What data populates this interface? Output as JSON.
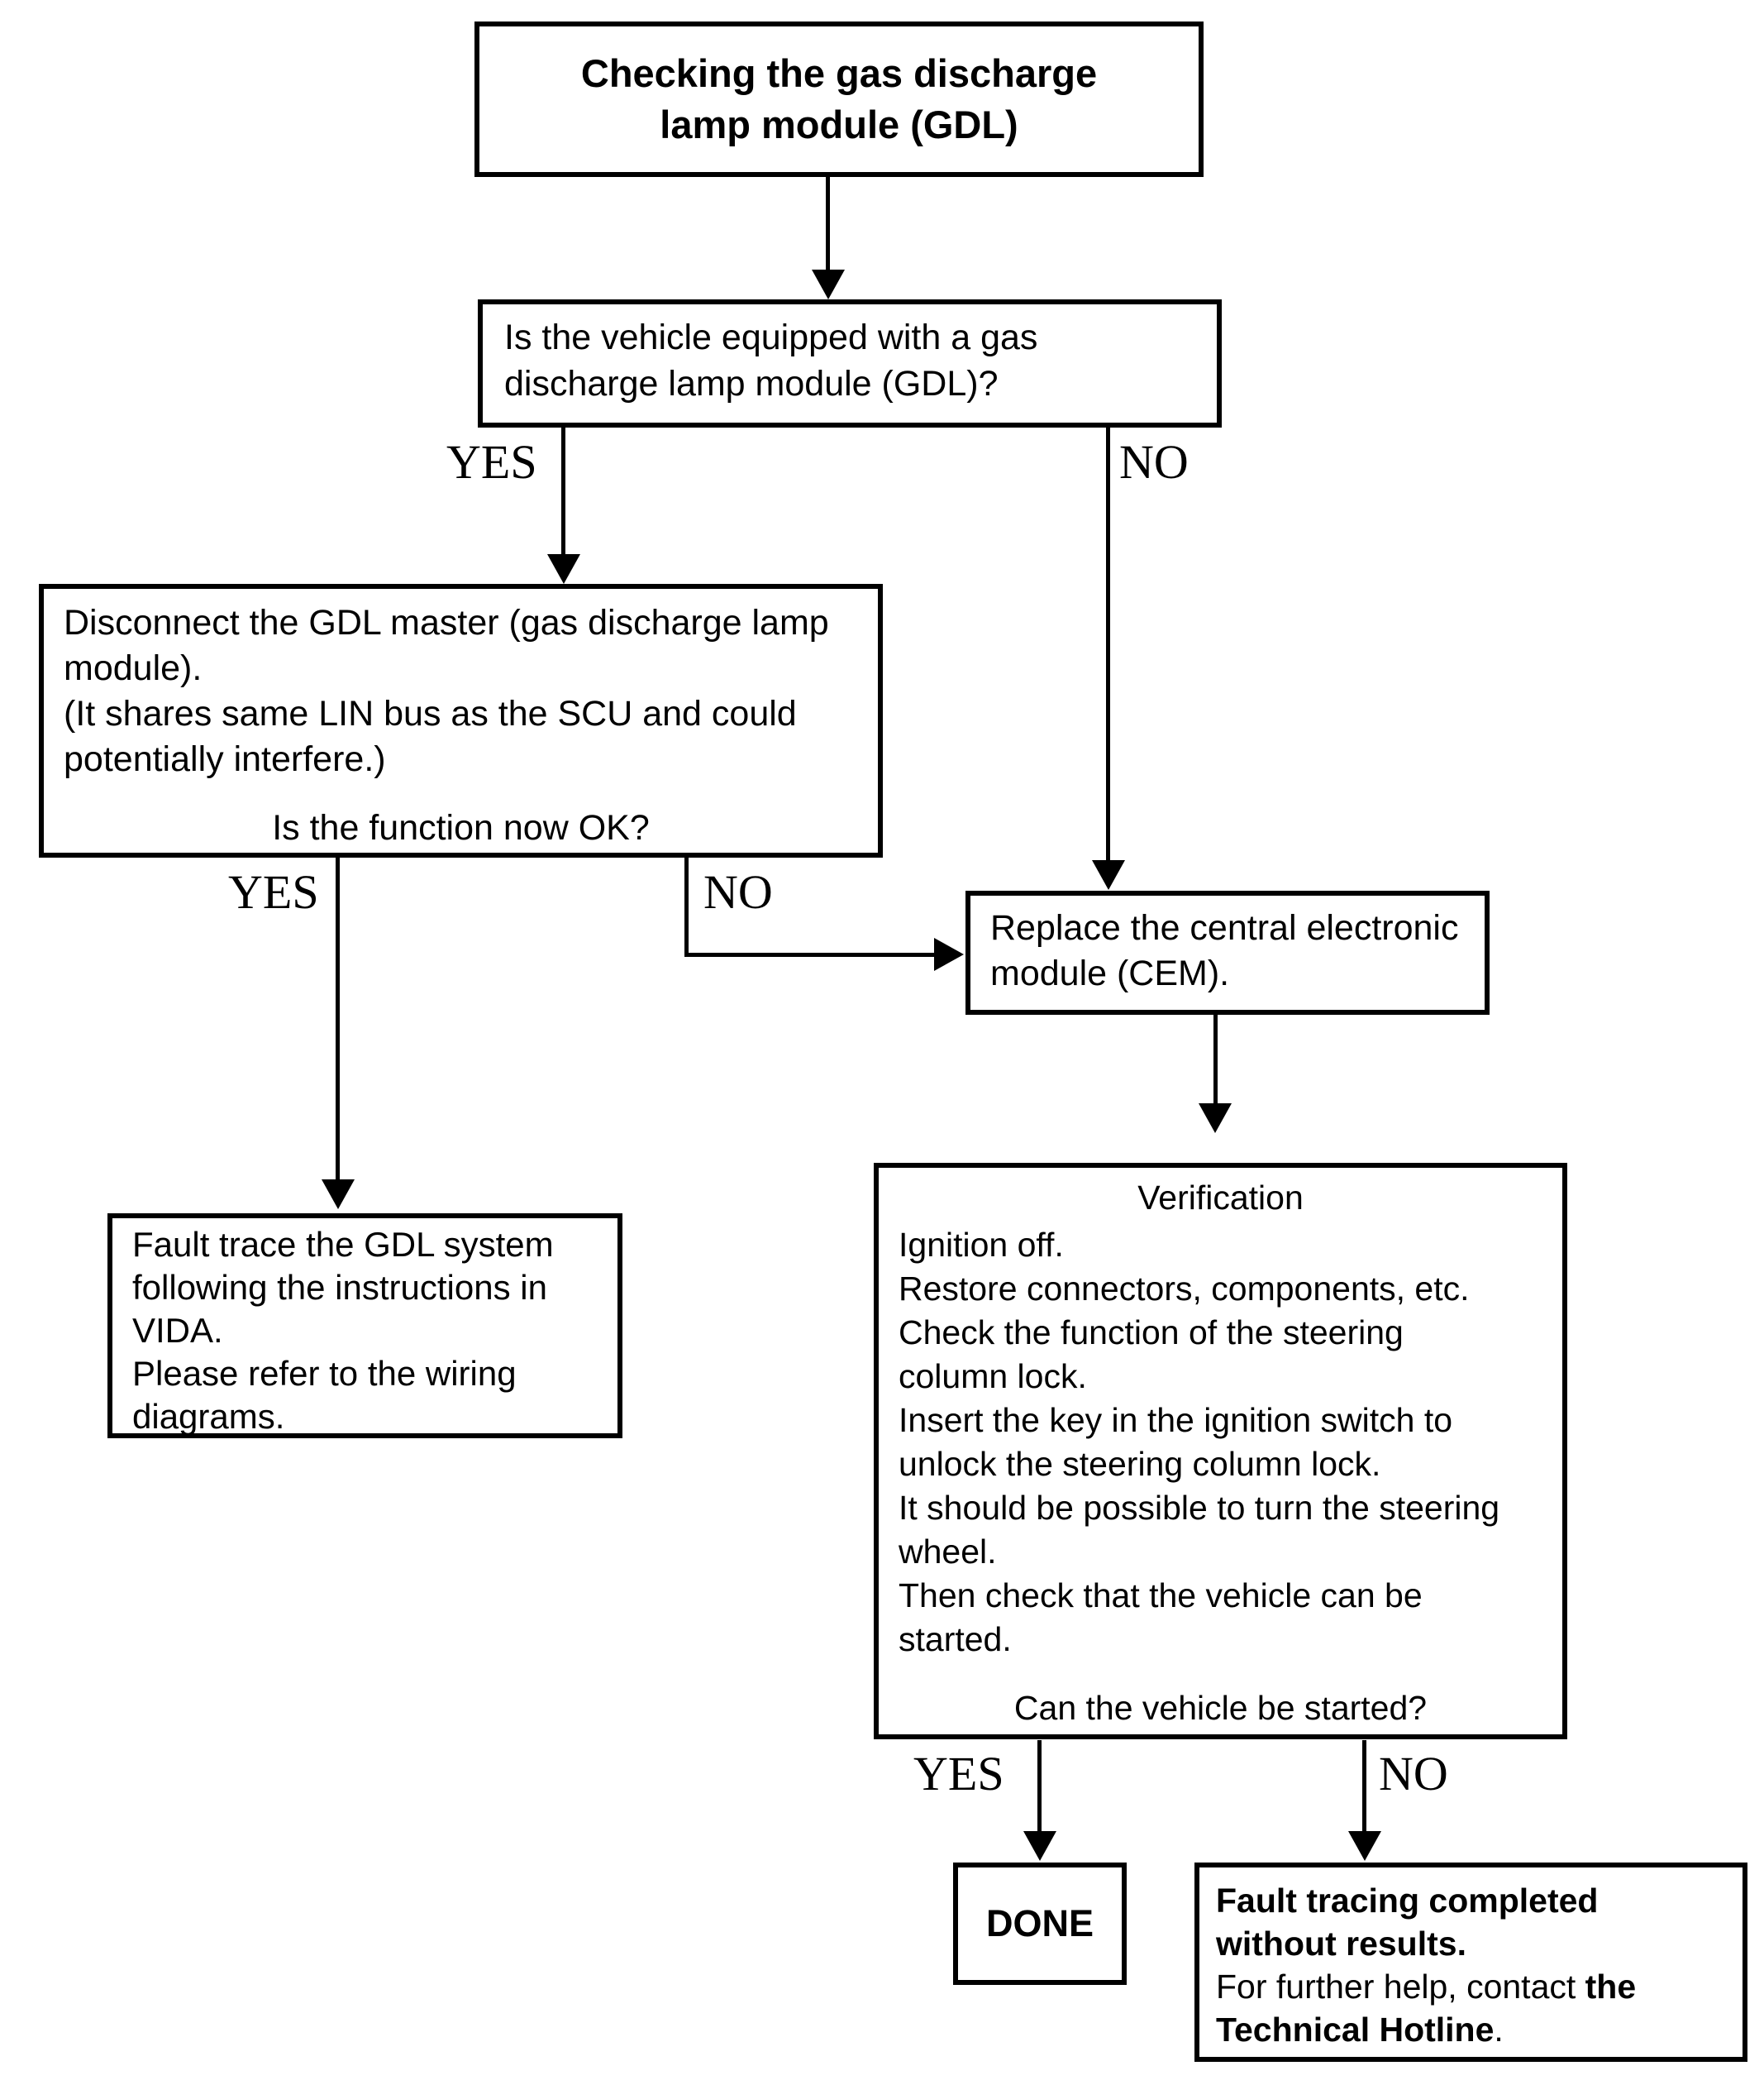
{
  "flow": {
    "title": {
      "lines": [
        "Checking the gas discharge",
        "lamp module (GDL)"
      ]
    },
    "question_gdl": {
      "lines": [
        "Is the vehicle equipped with a gas",
        "discharge lamp module (GDL)?"
      ]
    },
    "disconnect": {
      "lines": [
        "Disconnect the GDL master (gas discharge lamp",
        "module).",
        "(It shares same LIN bus as the SCU and could",
        "potentially interfere.)"
      ],
      "question": "Is the function now OK?"
    },
    "replace_cem": {
      "lines": [
        "Replace the central electronic",
        "module (CEM)."
      ]
    },
    "fault_trace": {
      "lines": [
        "Fault trace the GDL system",
        "following the instructions in",
        "VIDA.",
        "Please refer to the wiring",
        "diagrams."
      ]
    },
    "verification": {
      "heading": "Verification",
      "lines": [
        "Ignition off.",
        "Restore connectors, components, etc.",
        "Check the function of the steering",
        "column lock.",
        "Insert the key in the ignition switch to",
        "unlock the steering column lock.",
        "It should be possible to turn the steering",
        "wheel.",
        "Then check that the vehicle can be",
        "started."
      ],
      "question": "Can the vehicle be started?"
    },
    "done": {
      "label": "DONE"
    },
    "no_result": {
      "bold_lines": [
        "Fault tracing completed",
        "without results."
      ],
      "contact_regular": "For further help, contact ",
      "contact_bold_1": "the",
      "contact_bold_2": "Technical Hotline",
      "period": "."
    },
    "branch_labels": {
      "q1_yes": "YES",
      "q1_no": "NO",
      "q2_yes": "YES",
      "q2_no": "NO",
      "q3_yes": "YES",
      "q3_no": "NO"
    },
    "colors": {
      "ink": "#000000",
      "paper": "#ffffff"
    }
  }
}
